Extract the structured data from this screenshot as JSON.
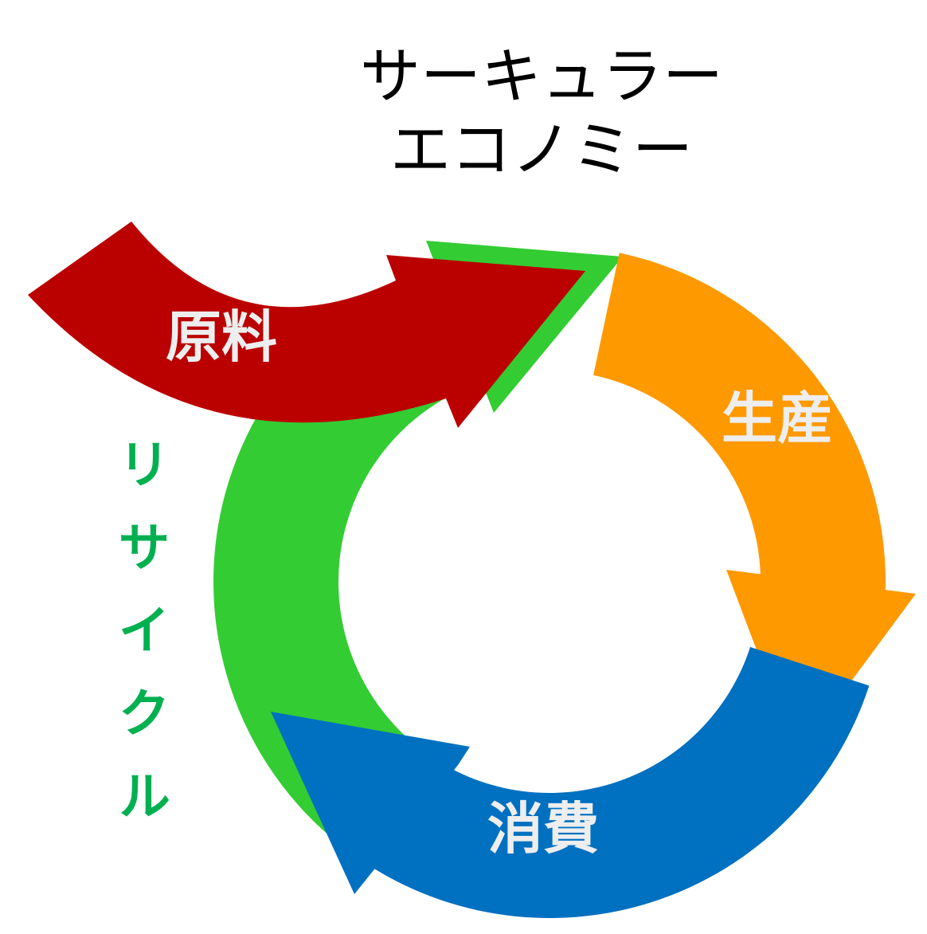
{
  "title": {
    "line1": "サーキュラー",
    "line2": "エコノミー"
  },
  "stages": {
    "raw_material": {
      "label": "原料",
      "color": "#BB0000"
    },
    "production": {
      "label": "生産",
      "color": "#FF9900"
    },
    "consumption": {
      "label": "消費",
      "color": "#0070C0"
    },
    "recycle": {
      "label": "リサイクル",
      "color": "#33CC33",
      "text_color": "#00B050"
    }
  },
  "label_color": "#EEEEEE"
}
